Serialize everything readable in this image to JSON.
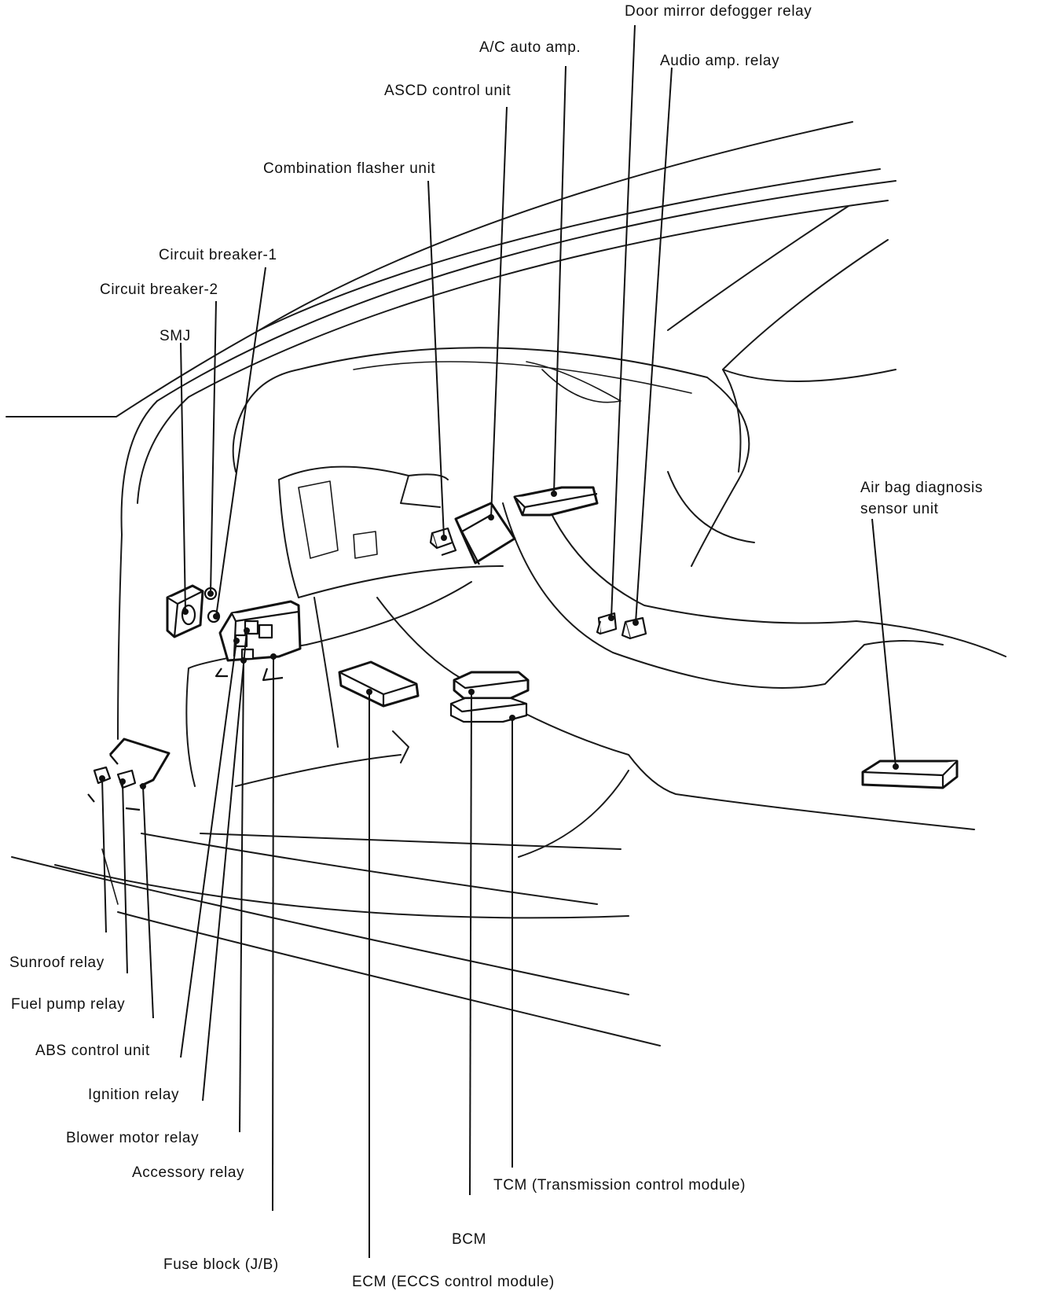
{
  "labels": {
    "door_mirror_defogger_relay": "Door mirror defogger relay",
    "ac_auto_amp": "A/C auto amp.",
    "audio_amp_relay": "Audio amp. relay",
    "ascd_control_unit": "ASCD control unit",
    "combination_flasher_unit": "Combination flasher unit",
    "circuit_breaker_1": "Circuit breaker-1",
    "circuit_breaker_2": "Circuit breaker-2",
    "smj": "SMJ",
    "air_bag_line1": "Air bag diagnosis",
    "air_bag_line2": "sensor unit",
    "sunroof_relay": "Sunroof relay",
    "fuel_pump_relay": "Fuel pump relay",
    "abs_control_unit": "ABS control unit",
    "ignition_relay": "Ignition relay",
    "blower_motor_relay": "Blower motor relay",
    "accessory_relay": "Accessory relay",
    "tcm": "TCM (Transmission control module)",
    "bcm": "BCM",
    "fuse_block": "Fuse block (J/B)",
    "ecm": "ECM (ECCS control module)"
  }
}
